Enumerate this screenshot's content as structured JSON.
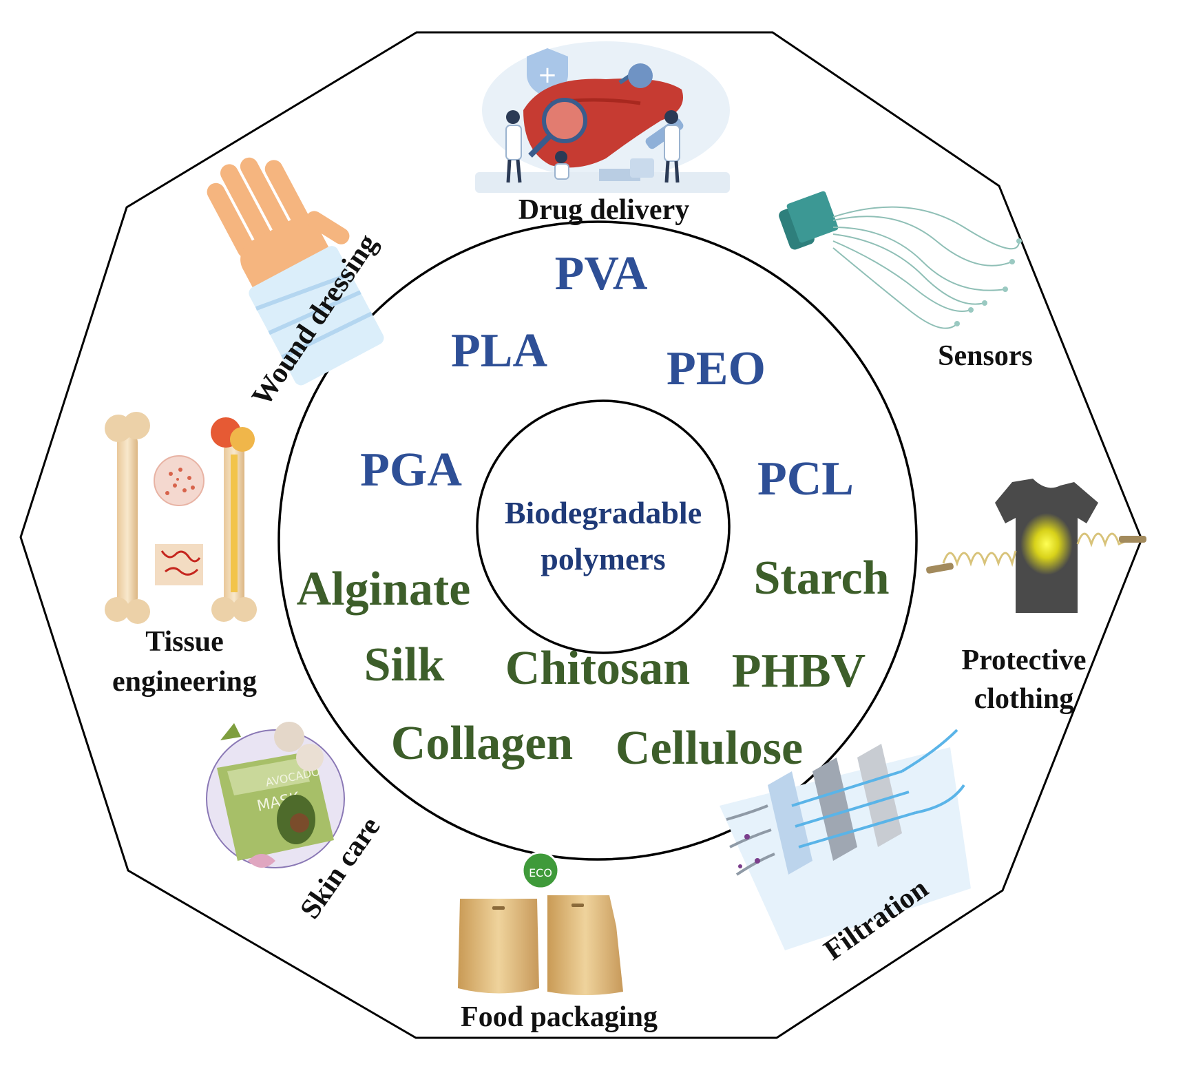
{
  "center": {
    "line1": "Biodegradable",
    "line2": "polymers"
  },
  "synthetic_polymers": [
    "PVA",
    "PLA",
    "PEO",
    "PGA",
    "PCL"
  ],
  "natural_polymers": [
    "Alginate",
    "Starch",
    "Silk",
    "Chitosan",
    "PHBV",
    "Collagen",
    "Cellulose"
  ],
  "applications": {
    "drug_delivery": "Drug delivery",
    "sensors": "Sensors",
    "protective_line1": "Protective",
    "protective_line2": "clothing",
    "filtration": "Filtration",
    "food_packaging": "Food packaging",
    "skin_care": "Skin care",
    "tissue_line1": "Tissue",
    "tissue_line2": "engineering",
    "wound_dressing": "Wound dressing"
  },
  "illustrations": {
    "eco_badge": "ECO",
    "mask_label_1": "AVOCADO",
    "mask_label_2": "MASK"
  },
  "colors": {
    "synthetic": "#2e4f96",
    "natural": "#3d5e2a",
    "center_text": "#1f3a78",
    "outline": "#000000"
  }
}
